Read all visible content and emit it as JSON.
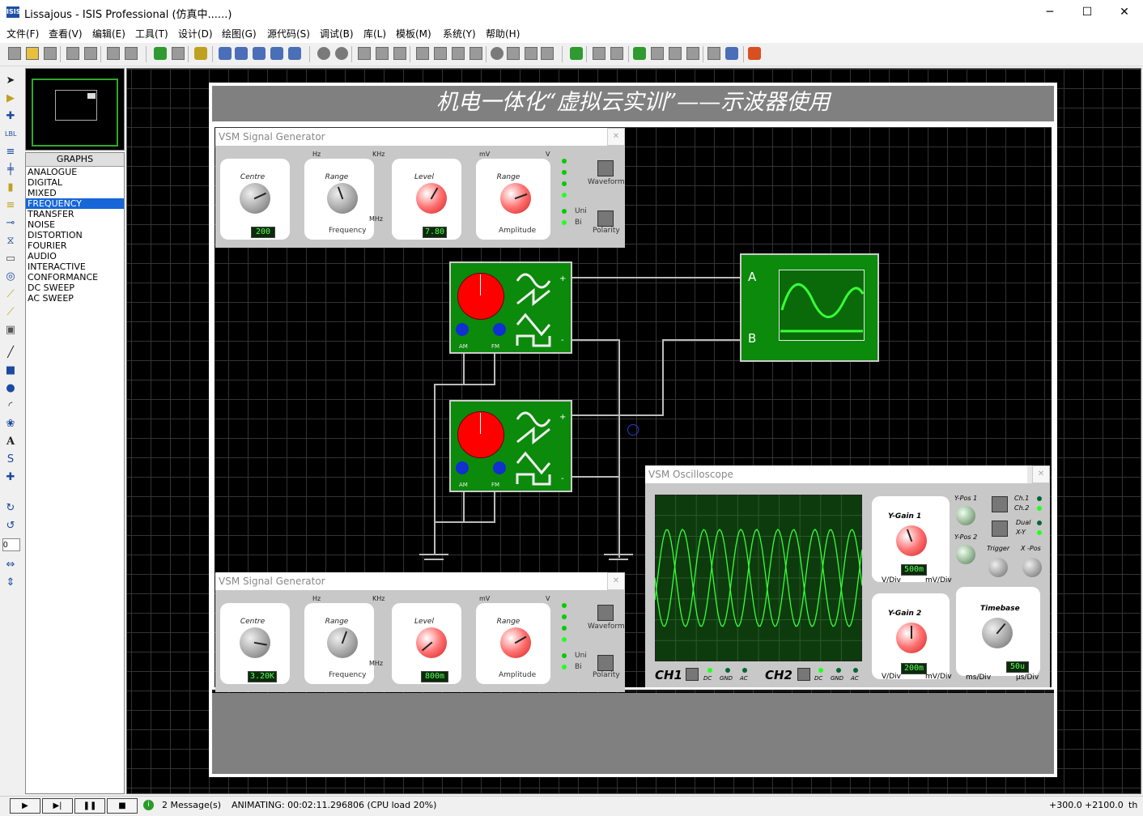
{
  "window": {
    "icon_text": "ISIS",
    "title": "Lissajous - ISIS Professional (仿真中......)",
    "minimize": "─",
    "maximize": "☐",
    "close": "✕"
  },
  "menu": [
    "文件(F)",
    "查看(V)",
    "编辑(E)",
    "工具(T)",
    "设计(D)",
    "绘图(G)",
    "源代码(S)",
    "调试(B)",
    "库(L)",
    "模板(M)",
    "系统(Y)",
    "帮助(H)"
  ],
  "graphs": {
    "header": "GRAPHS",
    "items": [
      "ANALOGUE",
      "DIGITAL",
      "MIXED",
      "FREQUENCY",
      "TRANSFER",
      "NOISE",
      "DISTORTION",
      "FOURIER",
      "AUDIO",
      "INTERACTIVE",
      "CONFORMANCE",
      "DC SWEEP",
      "AC SWEEP"
    ],
    "selected": "FREQUENCY"
  },
  "rotation_field": "0",
  "banner_title": "机电一体化“虚拟云实训”——示波器使用",
  "sg1": {
    "title": "VSM Signal Generator",
    "centre_label": "Centre",
    "centre_value": "200",
    "range_label": "Range",
    "frequency_label": "Frequency",
    "level_label": "Level",
    "level_value": "7.80",
    "amp_range_label": "Range",
    "amplitude_label": "Amplitude",
    "waveform_label": "Waveform",
    "uni_label": "Uni",
    "bi_label": "Bi",
    "polarity_label": "Polarity",
    "hz": "Hz",
    "khz": "KHz",
    "mhz": "MHz",
    "mv": "mV",
    "v": "V"
  },
  "sg2": {
    "title": "VSM Signal Generator",
    "centre_label": "Centre",
    "centre_value": "3.20K",
    "range_label": "Range",
    "frequency_label": "Frequency",
    "level_label": "Level",
    "level_value": "800m",
    "amp_range_label": "Range",
    "amplitude_label": "Amplitude",
    "waveform_label": "Waveform",
    "uni_label": "Uni",
    "bi_label": "Bi",
    "polarity_label": "Polarity",
    "hz": "Hz",
    "khz": "KHz",
    "mhz": "MHz",
    "mv": "mV",
    "v": "V"
  },
  "gen_module": {
    "am": "AM",
    "fm": "FM",
    "plus": "+",
    "minus": "-"
  },
  "scope_small": {
    "a": "A",
    "b": "B"
  },
  "osc": {
    "title": "VSM Oscilloscope",
    "ygain1_label": "Y-Gain 1",
    "ygain1_value": "500m",
    "ygain2_label": "Y-Gain 2",
    "ygain2_value": "200m",
    "ypos1": "Y-Pos 1",
    "ypos2": "Y-Pos 2",
    "ch1": "Ch.1",
    "ch2": "Ch.2",
    "dual": "Dual",
    "xy": "X-Y",
    "trigger": "Trigger",
    "xpos": "X -Pos",
    "timebase_label": "Timebase",
    "timebase_value": "50u",
    "vdiv": "V/Div",
    "mvdiv": "mV/Div",
    "msdiv": "ms/Div",
    "usdiv": "µs/Div",
    "ch1_label": "CH1",
    "ch2_label": "CH2",
    "dc": "DC",
    "gnd": "GND",
    "ac": "AC"
  },
  "status": {
    "messages": "2 Message(s)",
    "animating": "ANIMATING: 00:02:11.296806 (CPU load 20%)",
    "coord_x": "+300.0",
    "coord_y": "+2100.0",
    "unit": "th"
  },
  "colors": {
    "accent": "#1666d8",
    "grid_green": "#0b8a0b",
    "trace": "#38ff38"
  }
}
